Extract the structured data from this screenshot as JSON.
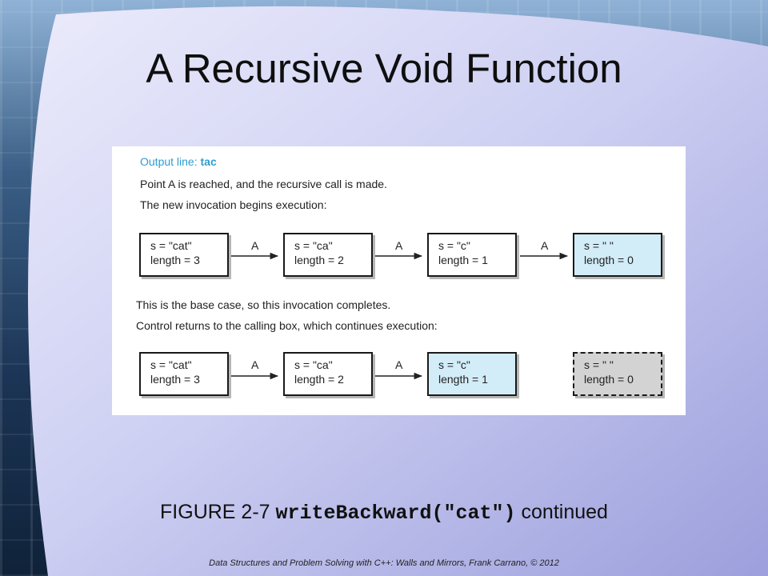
{
  "slide": {
    "title": "A Recursive Void Function",
    "caption_prefix": "FIGURE 2-7 ",
    "caption_code": "writeBackward(\"cat\")",
    "caption_suffix": " continued",
    "footer": "Data Structures and Problem Solving with C++: Walls and Mirrors, Frank Carrano, © 2012"
  },
  "figure": {
    "output_label": "Output line: ",
    "output_value": "tac",
    "text1": "Point A is reached, and the recursive call is made.",
    "text2": "The new invocation begins execution:",
    "text3": "This is the base case, so this invocation completes.",
    "text4": "Control returns to the calling box, which continues execution:",
    "arrow_label": "A",
    "row1": [
      {
        "s": "s = \"cat\"",
        "len": "length = 3"
      },
      {
        "s": "s = \"ca\"",
        "len": "length = 2"
      },
      {
        "s": "s = \"c\"",
        "len": "length = 1"
      },
      {
        "s": "s = \" \"",
        "len": "length = 0"
      }
    ],
    "row2": [
      {
        "s": "s = \"cat\"",
        "len": "length = 3"
      },
      {
        "s": "s = \"ca\"",
        "len": "length = 2"
      },
      {
        "s": "s = \"c\"",
        "len": "length = 1"
      },
      {
        "s": "s = \" \"",
        "len": "length = 0"
      }
    ]
  },
  "colors": {
    "output_accent": "#2f9dd3",
    "base_case_fill": "#d2ecf8",
    "completed_fill": "#d3d3d3",
    "panel_fill": "#c9cbf0"
  }
}
